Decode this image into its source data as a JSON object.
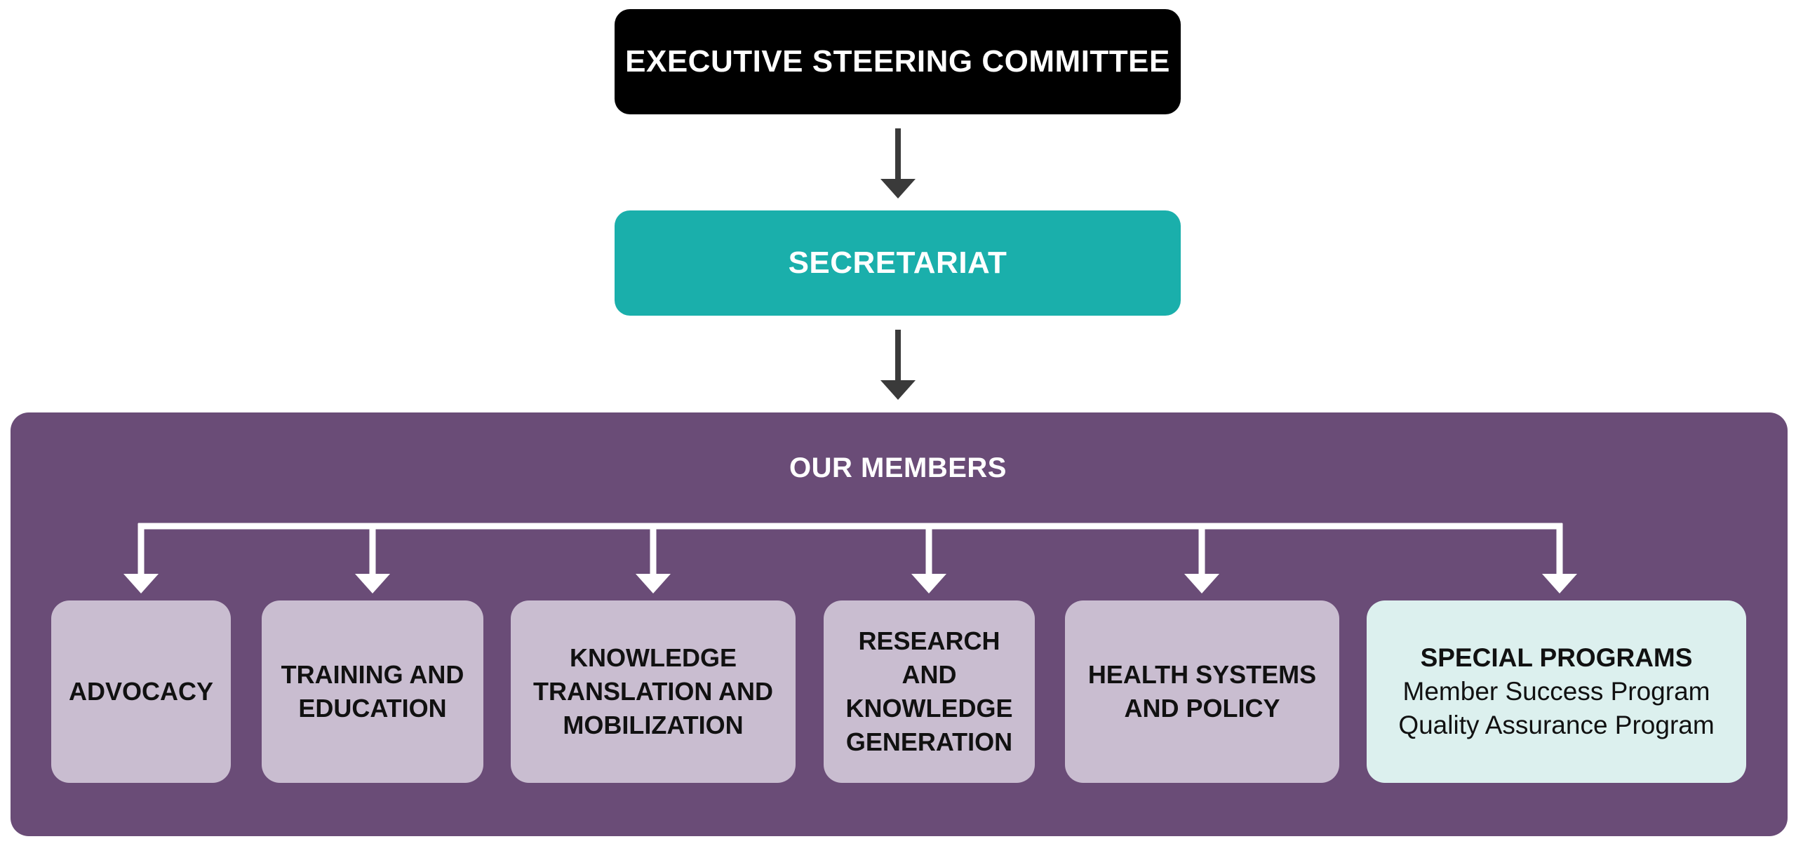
{
  "executive": {
    "label": "EXECUTIVE STEERING COMMITTEE"
  },
  "secretariat": {
    "label": "SECRETARIAT"
  },
  "members": {
    "title": "OUR MEMBERS",
    "groups": [
      {
        "lines": [
          "ADVOCACY"
        ]
      },
      {
        "lines": [
          "TRAINING AND",
          "EDUCATION"
        ]
      },
      {
        "lines": [
          "KNOWLEDGE",
          "TRANSLATION AND",
          "MOBILIZATION"
        ]
      },
      {
        "lines": [
          "RESEARCH",
          "AND",
          "KNOWLEDGE",
          "GENERATION"
        ]
      },
      {
        "lines": [
          "HEALTH SYSTEMS",
          "AND POLICY"
        ]
      }
    ],
    "special": {
      "title": "SPECIAL PROGRAMS",
      "items": [
        "Member Success Program",
        "Quality Assurance Program"
      ]
    }
  },
  "colors": {
    "executive_bg": "#000000",
    "secretariat_bg": "#1aafab",
    "members_panel_bg": "#6a4c77",
    "member_box_bg": "#c9bdd0",
    "special_box_bg": "#dcf0ee",
    "arrow_dark": "#3a3a3a",
    "connector_white": "#ffffff"
  }
}
